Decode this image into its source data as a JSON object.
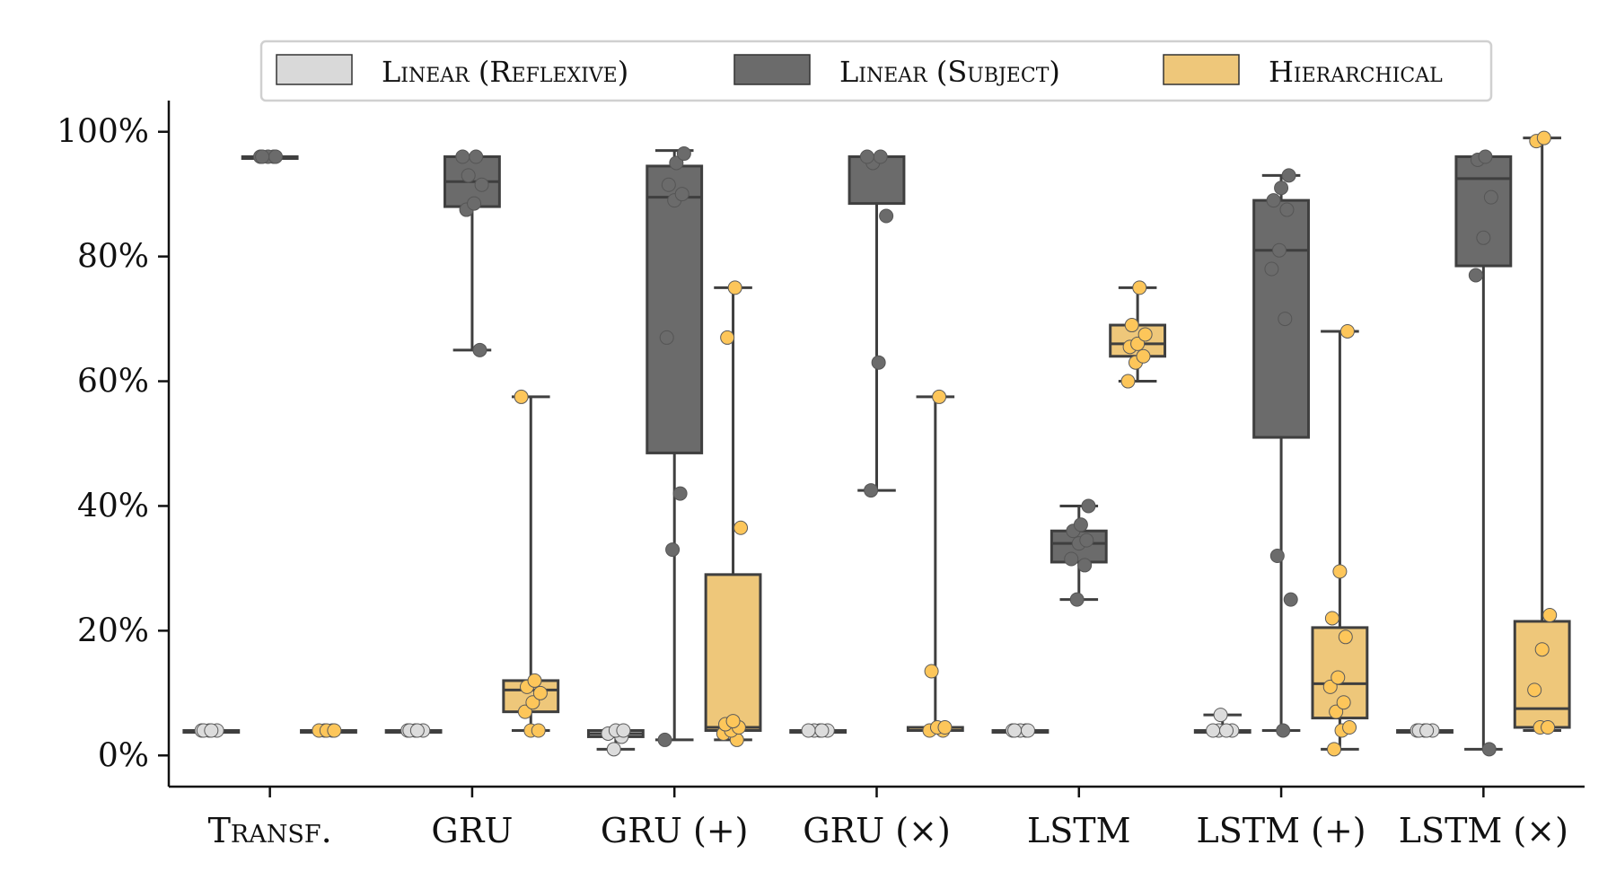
{
  "chart_data": {
    "type": "box",
    "categories": [
      "Transf.",
      "GRU",
      "GRU (+)",
      "GRU (×)",
      "LSTM",
      "LSTM (+)",
      "LSTM (×)"
    ],
    "y_ticks": [
      "0%",
      "20%",
      "40%",
      "60%",
      "80%",
      "100%"
    ],
    "ylim": [
      -5,
      105
    ],
    "legend": {
      "placement": "top-center"
    },
    "series": [
      {
        "name": "Linear (Reflexive)",
        "color": "#d9d9d9",
        "boxes": [
          {
            "min": 4,
            "q1": 4,
            "median": 4,
            "q3": 4,
            "max": 4,
            "points": [
              4,
              4,
              4,
              4,
              4
            ]
          },
          {
            "min": 4,
            "q1": 4,
            "median": 4,
            "q3": 4,
            "max": 4,
            "points": [
              4,
              4,
              4,
              4,
              4
            ]
          },
          {
            "min": 1,
            "q1": 3,
            "median": 3.5,
            "q3": 4,
            "max": 4,
            "points": [
              1,
              3,
              3.5,
              4,
              4
            ]
          },
          {
            "min": 4,
            "q1": 4,
            "median": 4,
            "q3": 4,
            "max": 4,
            "points": [
              4,
              4,
              4,
              4,
              4
            ]
          },
          {
            "min": 4,
            "q1": 4,
            "median": 4,
            "q3": 4,
            "max": 4,
            "points": [
              4,
              4,
              4,
              4,
              4
            ]
          },
          {
            "min": 4,
            "q1": 4,
            "median": 4,
            "q3": 4,
            "max": 6.5,
            "points": [
              4,
              4,
              4,
              4,
              6.5
            ]
          },
          {
            "min": 4,
            "q1": 4,
            "median": 4,
            "q3": 4,
            "max": 4,
            "points": [
              4,
              4,
              4,
              4,
              4
            ]
          }
        ]
      },
      {
        "name": "Linear (Subject)",
        "color": "#6b6b6b",
        "boxes": [
          {
            "min": 96,
            "q1": 96,
            "median": 96,
            "q3": 96,
            "max": 96,
            "points": [
              96,
              96,
              96,
              96,
              96
            ]
          },
          {
            "min": 65,
            "q1": 88,
            "median": 92,
            "q3": 96,
            "max": 96,
            "points": [
              65,
              87.5,
              88.5,
              91.5,
              93,
              96,
              96
            ]
          },
          {
            "min": 2.5,
            "q1": 48.5,
            "median": 89.5,
            "q3": 94.5,
            "max": 97,
            "points": [
              2.5,
              33,
              42,
              67,
              89,
              90,
              91.5,
              95,
              96.5
            ]
          },
          {
            "min": 42.5,
            "q1": 88.5,
            "median": 96,
            "q3": 96,
            "max": 96,
            "points": [
              42.5,
              63,
              86.5,
              95,
              96,
              96
            ]
          },
          {
            "min": 25,
            "q1": 31,
            "median": 34,
            "q3": 36,
            "max": 40,
            "points": [
              25,
              30.5,
              31.5,
              34,
              34.5,
              36,
              37,
              40
            ]
          },
          {
            "min": 4,
            "q1": 51,
            "median": 81,
            "q3": 89,
            "max": 93,
            "points": [
              4,
              25,
              32,
              70,
              78,
              81,
              87.5,
              89,
              91,
              93
            ]
          },
          {
            "min": 1,
            "q1": 78.5,
            "median": 92.5,
            "q3": 96,
            "max": 96,
            "points": [
              1,
              77,
              83,
              89.5,
              95.5,
              96
            ]
          }
        ]
      },
      {
        "name": "Hierarchical",
        "color": "#eec77a",
        "boxes": [
          {
            "min": 4,
            "q1": 4,
            "median": 4,
            "q3": 4,
            "max": 4,
            "points": [
              4,
              4,
              4,
              4,
              4
            ]
          },
          {
            "min": 4,
            "q1": 7,
            "median": 10.5,
            "q3": 12,
            "max": 57.5,
            "points": [
              4,
              4,
              7,
              8.5,
              10,
              11,
              12,
              57.5
            ]
          },
          {
            "min": 2.5,
            "q1": 4,
            "median": 4.5,
            "q3": 29,
            "max": 75,
            "points": [
              2.5,
              3.5,
              4,
              4.5,
              5,
              5.5,
              36.5,
              67,
              75
            ]
          },
          {
            "min": 4,
            "q1": 4,
            "median": 4.5,
            "q3": 4.5,
            "max": 57.5,
            "points": [
              4,
              4,
              4.5,
              4.5,
              13.5,
              57.5
            ]
          },
          {
            "min": 60,
            "q1": 64,
            "median": 66,
            "q3": 69,
            "max": 75,
            "points": [
              60,
              63,
              64,
              65.5,
              66,
              67.5,
              69,
              75
            ]
          },
          {
            "min": 1,
            "q1": 6,
            "median": 11.5,
            "q3": 20.5,
            "max": 68,
            "points": [
              1,
              4,
              4.5,
              7,
              8.5,
              11,
              12.5,
              19,
              22,
              29.5,
              68
            ]
          },
          {
            "min": 4,
            "q1": 4.5,
            "median": 7.5,
            "q3": 21.5,
            "max": 99,
            "points": [
              4.5,
              4.5,
              10.5,
              17,
              22.5,
              98.5,
              99
            ]
          }
        ]
      }
    ]
  }
}
